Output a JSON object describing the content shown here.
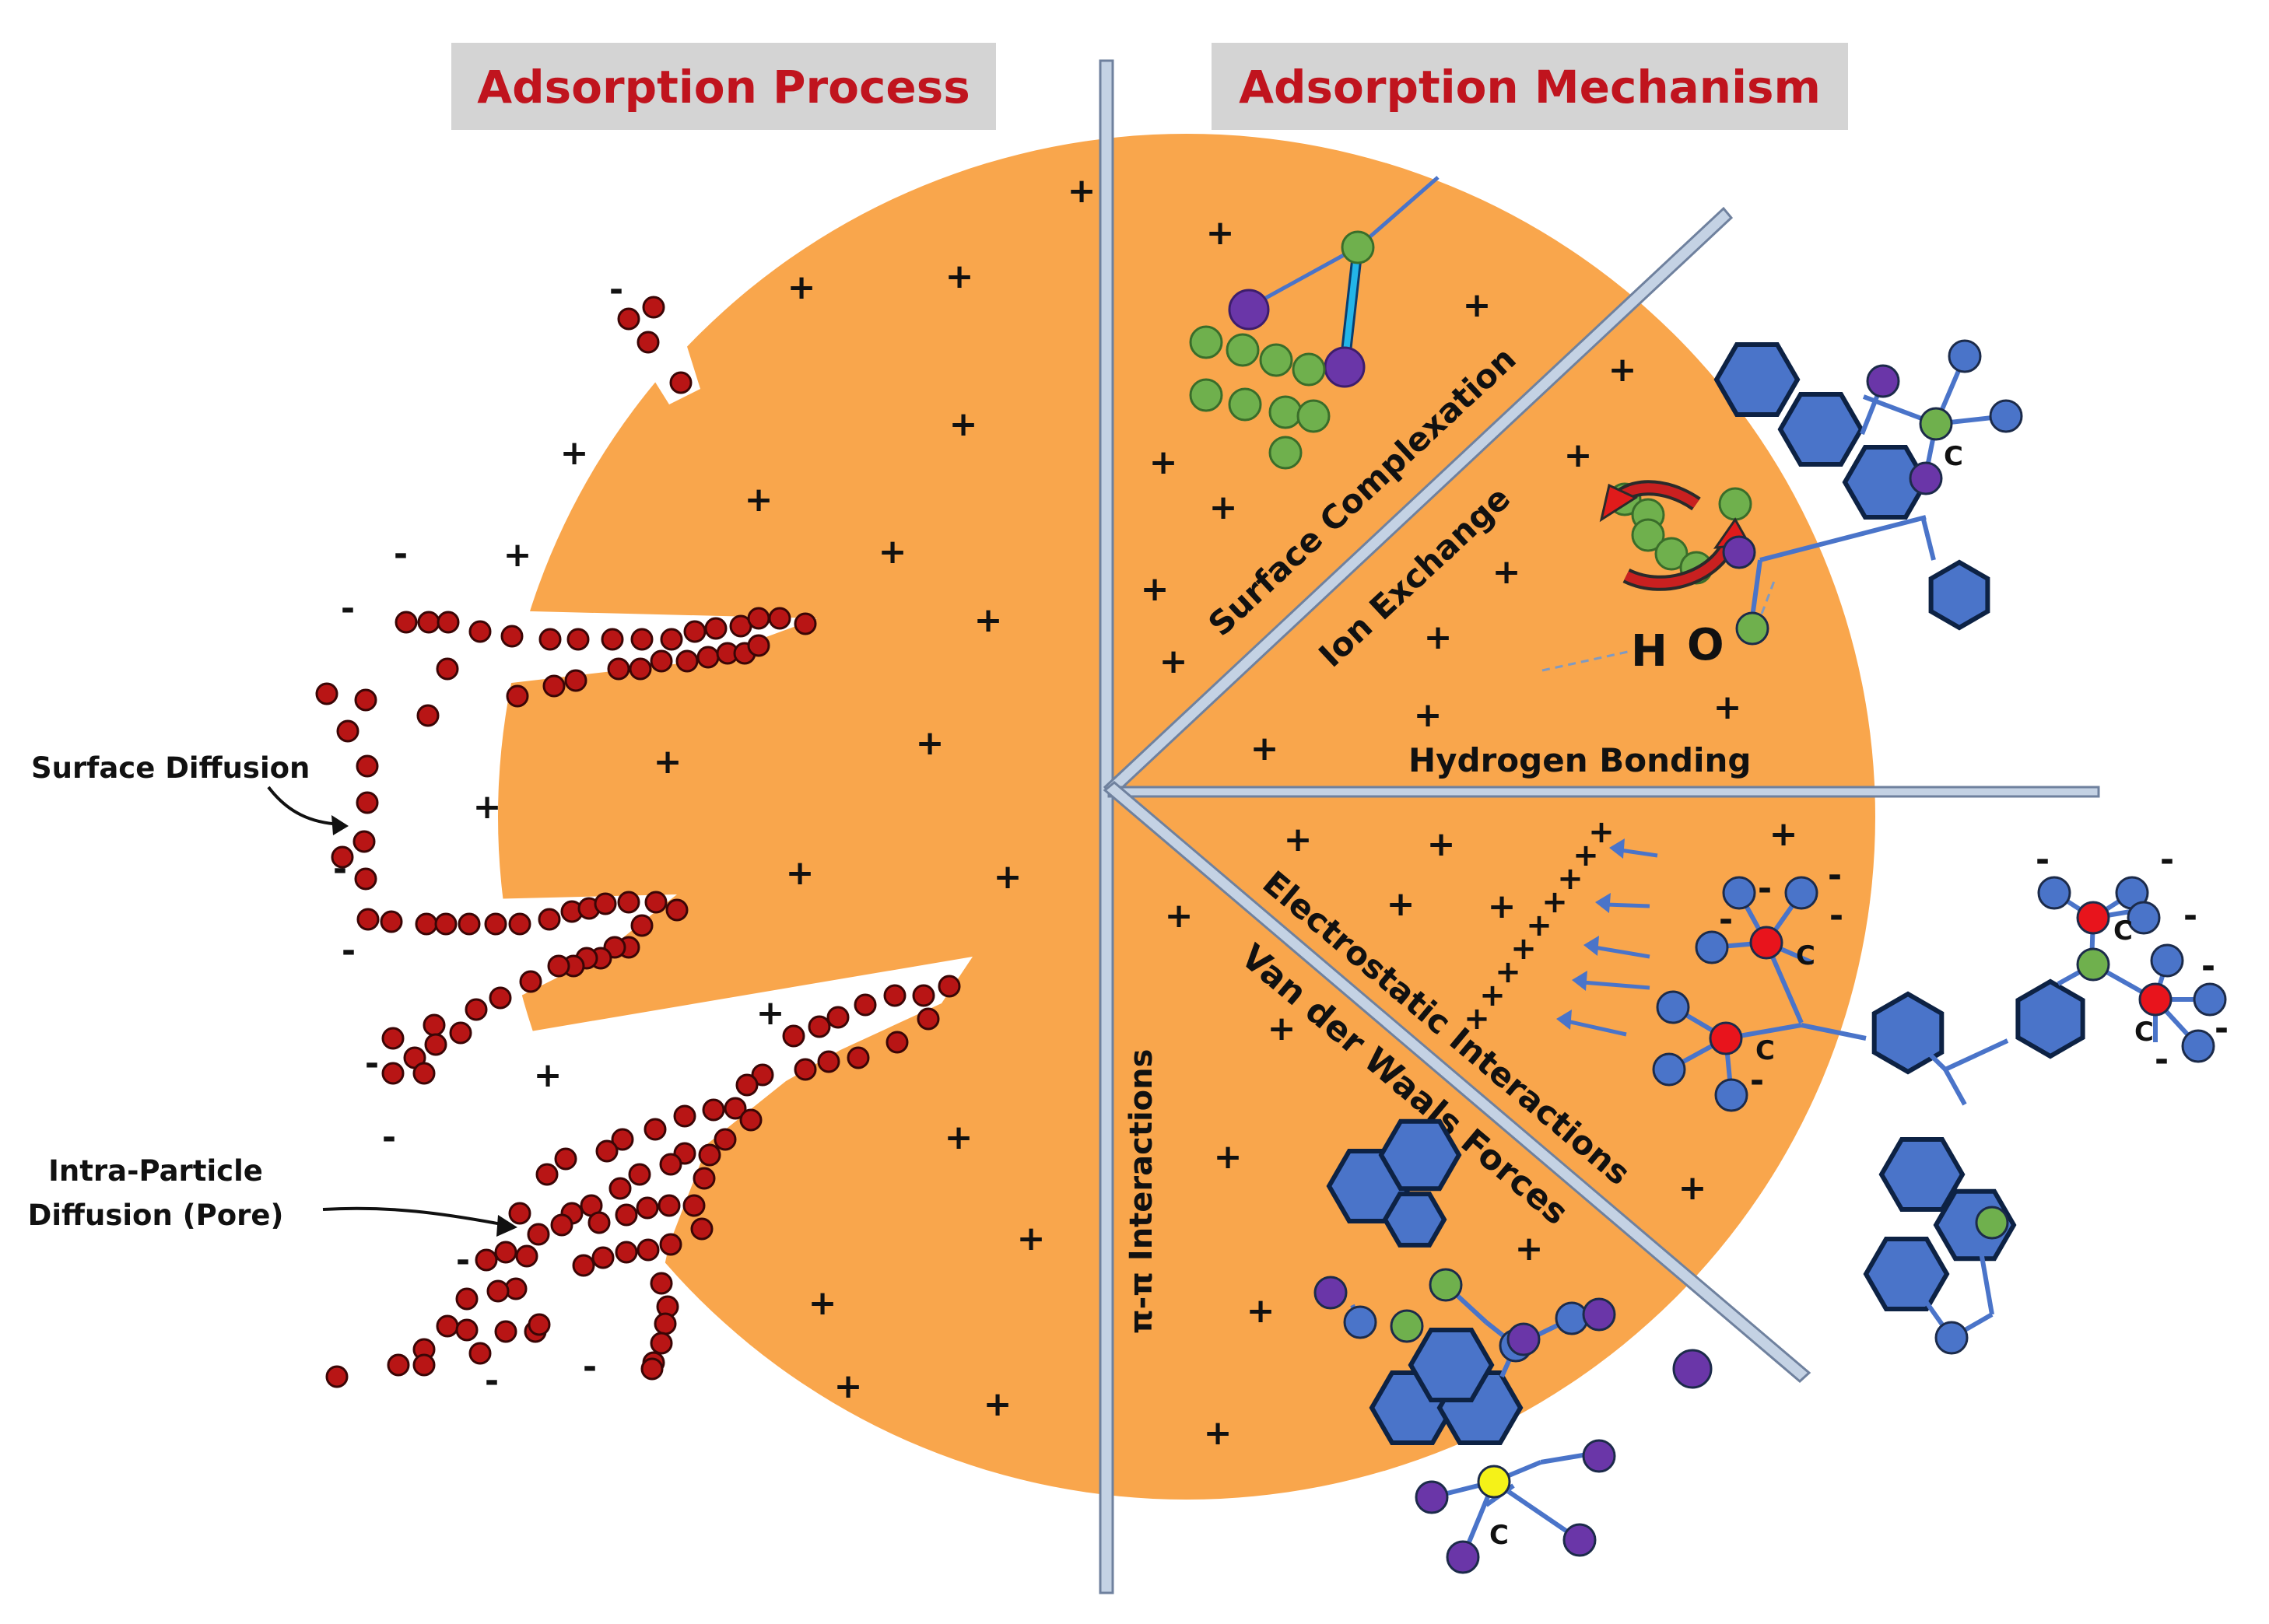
{
  "headers": {
    "left": "Adsorption Process",
    "right": "Adsorption Mechanism"
  },
  "left_labels": {
    "surface_diffusion": "Surface Diffusion",
    "intra_line1": "Intra-Particle",
    "intra_line2": "Diffusion (Pore)"
  },
  "mechanisms": {
    "surface_complexation": "Surface Complexation",
    "ion_exchange": "Ion Exchange",
    "hydrogen_bonding": "Hydrogen Bonding",
    "electrostatic": "Electrostatic Interactions",
    "van_der_waals": "Van der Waals Forces",
    "pi_pi": "π-π Interactions"
  },
  "atoms": {
    "hydrogen": "H",
    "oxygen": "O",
    "carbon": "C"
  },
  "charges": {
    "positive": "+",
    "negative": "-"
  },
  "colors": {
    "particle": "#f9a64c",
    "header_bg": "#d4d4d4",
    "header_text": "#c0141e",
    "adsorbate": "#b81515",
    "ring_blue": "#4a74c9",
    "atom_green": "#6fb04d",
    "atom_purple": "#6a36a8",
    "atom_red": "#e8141c",
    "atom_yellow": "#f5f218",
    "divider": "#b9c8dc"
  }
}
